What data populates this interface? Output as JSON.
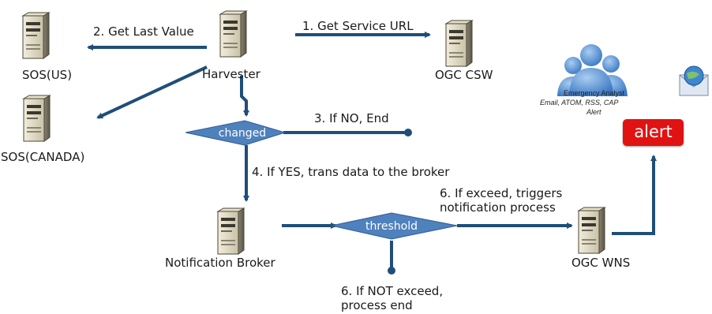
{
  "nodes": {
    "sos_us": "SOS(US)",
    "harvester": "Harvester",
    "ogc_csw": "OGC CSW",
    "sos_canada": "SOS(CANADA)",
    "notification_broker": "Notification Broker",
    "ogc_wns": "OGC WNS"
  },
  "decisions": {
    "changed": "changed",
    "threshold": "threshold"
  },
  "steps": {
    "step1": "1. Get Service URL",
    "step2": "2. Get Last Value",
    "step3": "3. If NO, End",
    "step4": "4. If YES, trans data to the broker",
    "step6_exceed_line1": "6. If exceed, triggers",
    "step6_exceed_line2": "notification process",
    "step6_not_line1": "6. If NOT exceed,",
    "step6_not_line2": "process end"
  },
  "emergency": {
    "title": "Emergency Analyst",
    "channels": "Email, ATOM, RSS, CAP",
    "type": "Alert",
    "badge": "alert"
  },
  "colors": {
    "arrow": "#1f4e79",
    "diamond": "#4f81bd",
    "alert": "#e01212"
  }
}
